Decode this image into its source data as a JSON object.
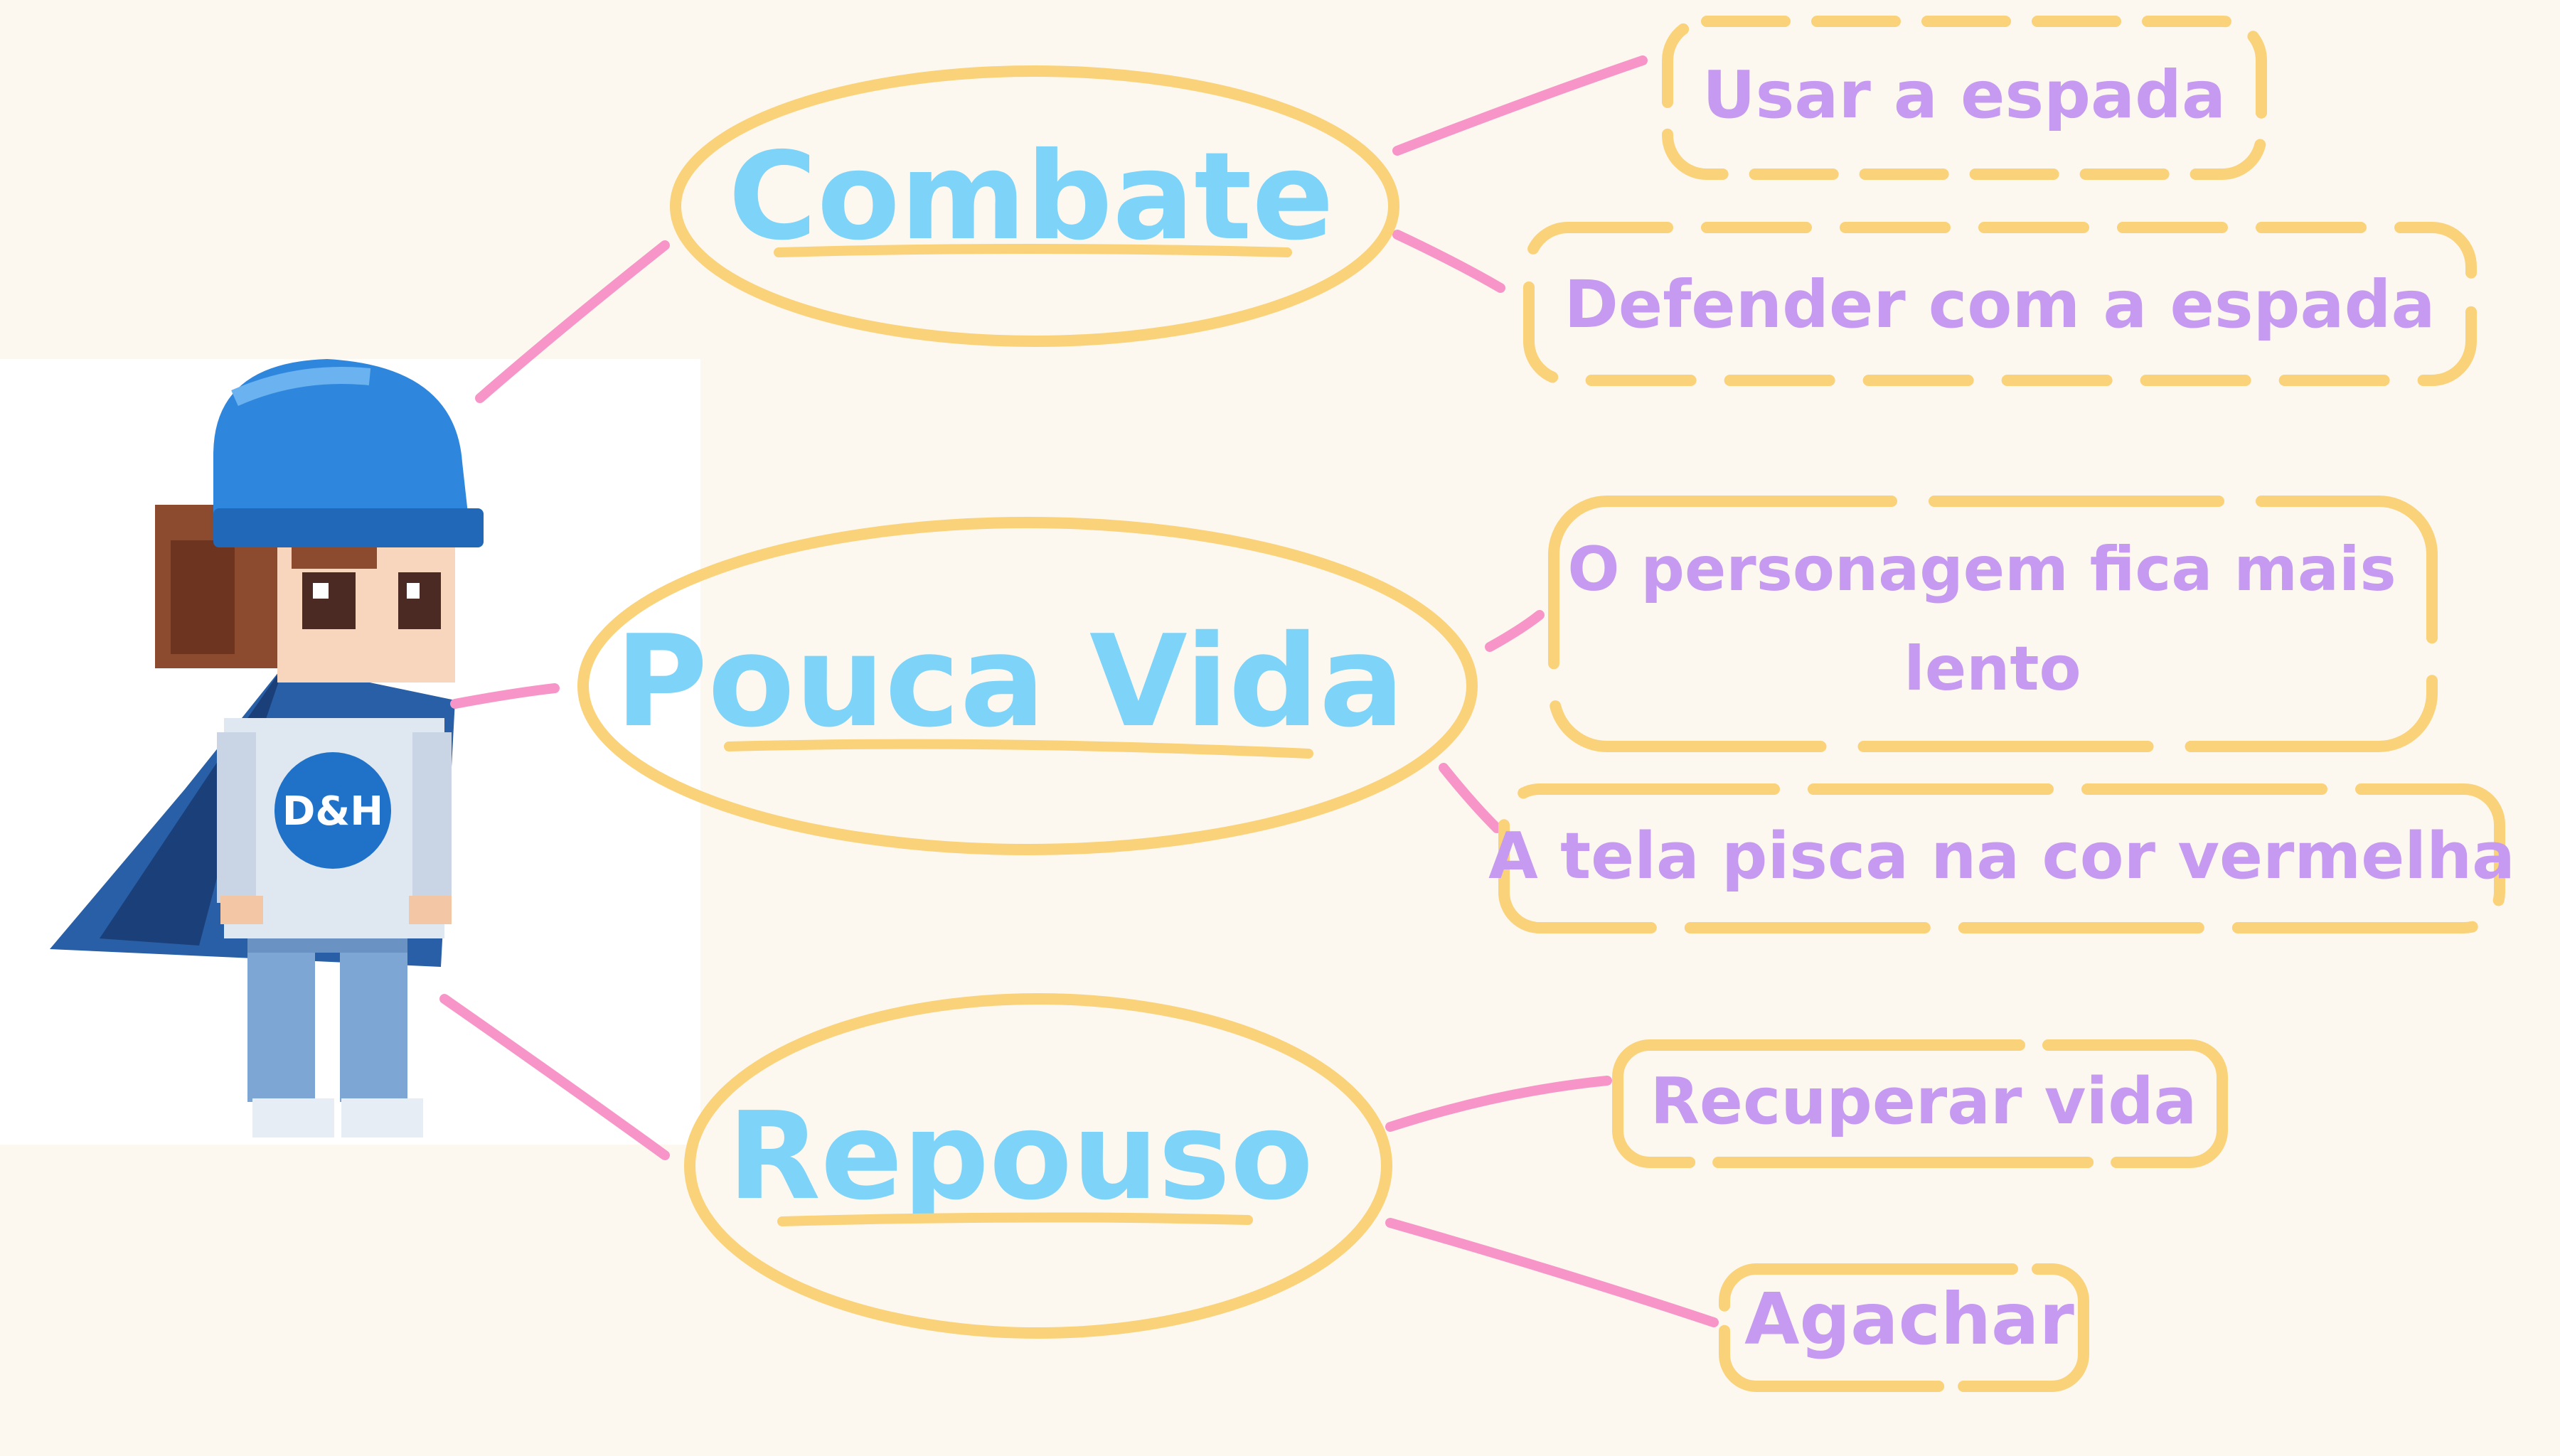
{
  "colors": {
    "background": "#fdf8ef",
    "hub_outline": "#fad27a",
    "hub_text": "#7dd3f8",
    "leaf_text": "#c59af0",
    "connector": "#f795c8"
  },
  "hubs": [
    {
      "label": "Combate",
      "children": [
        "Usar a espada",
        "Defender com a espada"
      ]
    },
    {
      "label": "Pouca Vida",
      "children": [
        "O personagem fica mais lento",
        "A tela pisca na cor vermelha"
      ]
    },
    {
      "label": "Repouso",
      "children": [
        "Recuperar vida",
        "Agachar"
      ]
    }
  ],
  "character": {
    "shirt_logo": "D&H"
  }
}
